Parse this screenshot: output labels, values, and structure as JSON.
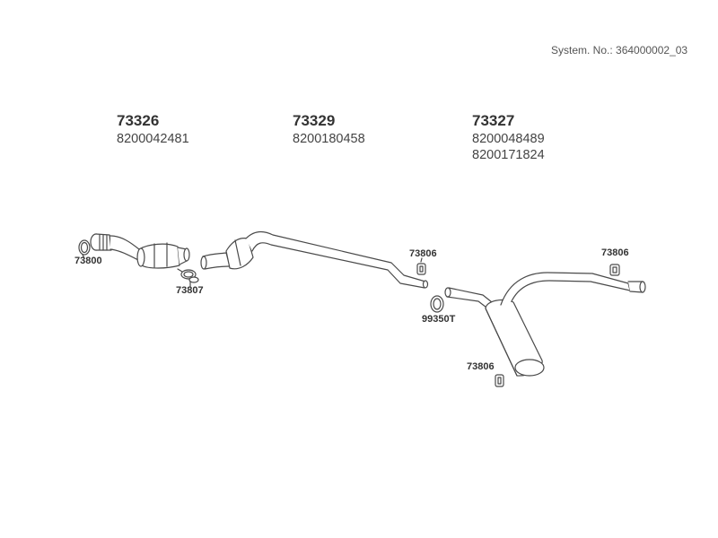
{
  "system_number": "System. No.: 364000002_03",
  "groups": [
    {
      "part": "73326",
      "oe_numbers": [
        "8200042481"
      ]
    },
    {
      "part": "73329",
      "oe_numbers": [
        "8200180458"
      ]
    },
    {
      "part": "73327",
      "oe_numbers": [
        "8200048489",
        "8200171824"
      ]
    }
  ],
  "callouts": {
    "clamp_front": "73800",
    "clamp_mid": "73807",
    "hanger_center": "73806",
    "clamp_joint": "99350T",
    "hanger_rear": "73806",
    "hanger_muffler": "73806"
  },
  "colors": {
    "line": "#4a4a4a",
    "text": "#3a3a3a"
  }
}
